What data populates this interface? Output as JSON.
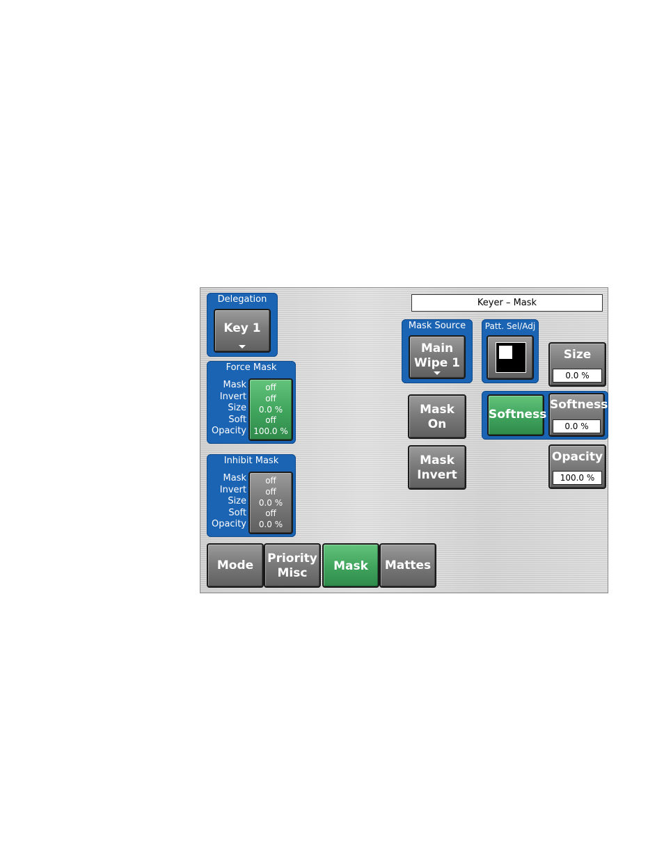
{
  "header": {
    "title": "Keyer – Mask"
  },
  "delegation": {
    "title": "Delegation",
    "button_label": "Key 1"
  },
  "force_mask": {
    "title": "Force Mask",
    "labels": [
      "Mask",
      "Invert",
      "Size",
      "Soft",
      "Opacity"
    ],
    "values": [
      "off",
      "off",
      "0.0 %",
      "off",
      "100.0 %"
    ]
  },
  "inhibit_mask": {
    "title": "Inhibit Mask",
    "labels": [
      "Mask",
      "Invert",
      "Size",
      "Soft",
      "Opacity"
    ],
    "values": [
      "off",
      "off",
      "0.0 %",
      "off",
      "0.0 %"
    ]
  },
  "mask_source": {
    "title": "Mask Source",
    "button_line1": "Main",
    "button_line2": "Wipe 1"
  },
  "patt": {
    "title": "Patt. Sel/Adj",
    "icon": "wipe-pattern-icon"
  },
  "mask_on": {
    "line1": "Mask",
    "line2": "On"
  },
  "mask_invert": {
    "line1": "Mask",
    "line2": "Invert"
  },
  "size": {
    "label": "Size",
    "value": "0.0 %"
  },
  "softness_toggle": {
    "label": "Softness"
  },
  "softness": {
    "label": "Softness",
    "value": "0.0 %"
  },
  "opacity": {
    "label": "Opacity",
    "value": "100.0 %"
  },
  "tabs": {
    "mode": "Mode",
    "priority_line1": "Priority",
    "priority_line2": "Misc",
    "mask": "Mask",
    "mattes": "Mattes"
  },
  "colors": {
    "accent_blue": "#1b63b3",
    "active_green": "#3fa35c",
    "button_gray": "#7b7b7b"
  }
}
